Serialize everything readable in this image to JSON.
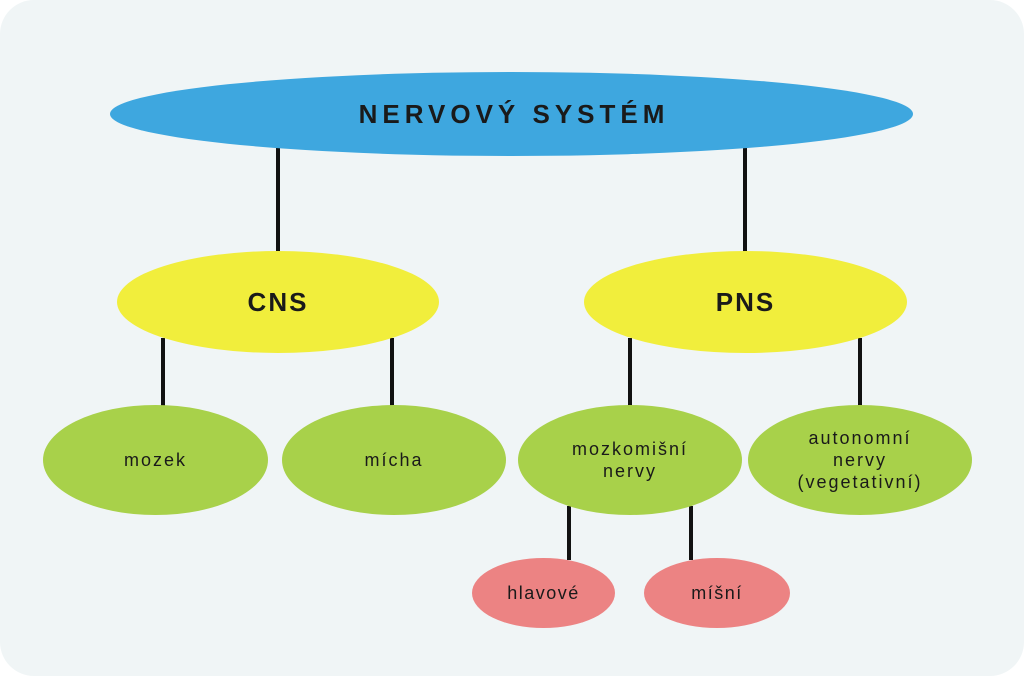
{
  "nodes": {
    "root": "NERVOVÝ SYSTÉM",
    "cns": "CNS",
    "pns": "PNS",
    "mozek": "mozek",
    "micha": "mícha",
    "mozkomisni": [
      "mozkomišní",
      "nervy"
    ],
    "autonomni": [
      "autonomní",
      "nervy",
      "(vegetativní)"
    ],
    "hlavove": "hlavové",
    "misni": "míšní"
  },
  "colors": {
    "background": "#f0f5f6",
    "root": "#3ea7df",
    "level1": "#f1ee3c",
    "level2": "#a8d14a",
    "level3": "#ec8383",
    "connector": "#111111"
  }
}
